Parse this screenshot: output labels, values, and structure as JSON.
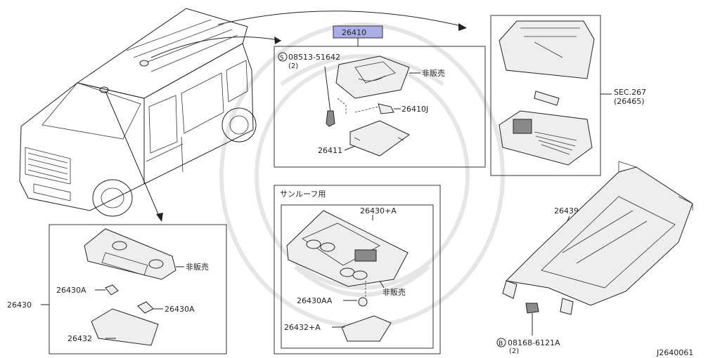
{
  "diagram_id": "J2640061",
  "main_part": {
    "number": "26410",
    "highlight_color": "#a9aee6"
  },
  "callouts": {
    "screw": "08513-51642",
    "screw_qty": "(2)",
    "not_for_sale_1": "非販売",
    "bulb_main": "26410J",
    "lens_main": "26411",
    "sec_ref": "SEC.267",
    "sec_part": "(26465)",
    "sunroof_label": "サンルーフ用",
    "sunroof_lamp": "26430+A",
    "not_for_sale_2": "非販売",
    "sunroof_bulb": "26430AA",
    "sunroof_lens": "26432+A",
    "bracket": "26439",
    "bolt": "08168-6121A",
    "bolt_qty": "(2)",
    "lamp_assy": "26430",
    "bulb_a1": "26430A",
    "bulb_a2": "26430A",
    "not_for_sale_3": "非販売",
    "lens_bottom": "26432"
  },
  "symbols": {
    "screw_symbol": "S",
    "bolt_symbol": "B"
  }
}
